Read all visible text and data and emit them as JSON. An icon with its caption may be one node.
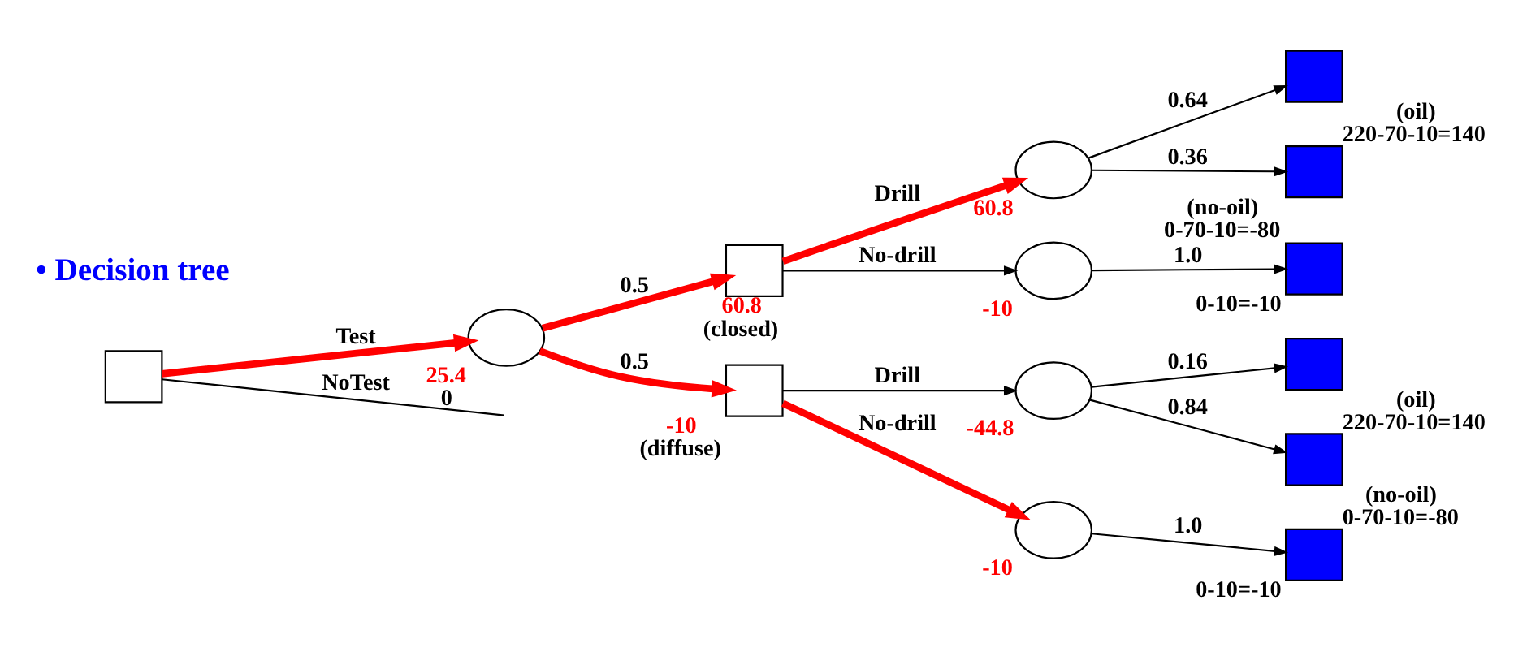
{
  "diagram": {
    "nodes": [
      {
        "text": [],
        "shape": "box"
      },
      {
        "text": [],
        "shape": "circle",
        "beside": [
          "25.4",
          "0"
        ]
      },
      {
        "text": [],
        "shape": "box",
        "beside": [
          "60.8",
          "(closed)"
        ]
      },
      {
        "text": [],
        "shape": "box",
        "beside": [
          "-10",
          "(diffuse)"
        ]
      },
      {
        "text": [],
        "shape": "circle",
        "beside": [
          "60.8"
        ]
      },
      {
        "text": [],
        "shape": "circle",
        "beside": [
          "-10"
        ]
      },
      {
        "text": [],
        "shape": "circle",
        "beside": [
          "-44.8"
        ]
      },
      {
        "text": [],
        "shape": "circle",
        "beside": [
          "-10"
        ]
      },
      {
        "text": [],
        "shape": "box",
        "beside": [
          "(oil)",
          "220-70-10=140"
        ]
      },
      {
        "text": [],
        "shape": "box",
        "beside": [
          "(no-oil)",
          "0-70-10=-80"
        ]
      },
      {
        "text": [],
        "shape": "box",
        "beside": [
          "0-10=-10"
        ]
      },
      {
        "text": [],
        "shape": "box",
        "beside": [
          "(oil)",
          "220-70-10=140"
        ]
      },
      {
        "text": [],
        "shape": "box",
        "beside": [
          "(no-oil)",
          "0-70-10=-80"
        ]
      },
      {
        "text": [],
        "shape": "box",
        "beside": [
          "0-10=-10"
        ]
      }
    ],
    "edges": [
      {
        "from": 0,
        "to": 1,
        "arrow": "to",
        "label": "Test",
        "style": "thick",
        "color": "#ff0000"
      },
      {
        "from": 0,
        "to": null,
        "arrow": "none",
        "label": "NoTest"
      },
      {
        "from": 1,
        "to": 2,
        "arrow": "to",
        "label": "0.5",
        "style": "thick",
        "color": "#ff0000"
      },
      {
        "from": 1,
        "to": 3,
        "arrow": "to",
        "label": "0.5",
        "style": "thick",
        "color": "#ff0000"
      },
      {
        "from": 2,
        "to": 4,
        "arrow": "to",
        "label": "Drill",
        "style": "thick",
        "color": "#ff0000"
      },
      {
        "from": 2,
        "to": 5,
        "arrow": "to",
        "label": "No-drill"
      },
      {
        "from": 3,
        "to": 6,
        "arrow": "to",
        "label": "Drill"
      },
      {
        "from": 3,
        "to": 7,
        "arrow": "to",
        "label": "No-drill",
        "style": "thick",
        "color": "#ff0000"
      },
      {
        "from": 4,
        "to": 8,
        "arrow": "to",
        "label": "0.64"
      },
      {
        "from": 4,
        "to": 9,
        "arrow": "to",
        "label": "0.36"
      },
      {
        "from": 5,
        "to": 10,
        "arrow": "to",
        "label": "1.0"
      },
      {
        "from": 6,
        "to": 11,
        "arrow": "to",
        "label": "0.16"
      },
      {
        "from": 6,
        "to": 12,
        "arrow": "to",
        "label": "0.84"
      },
      {
        "from": 7,
        "to": 13,
        "arrow": "to",
        "label": "1.0"
      }
    ],
    "labels": [
      "• Decision tree"
    ]
  }
}
